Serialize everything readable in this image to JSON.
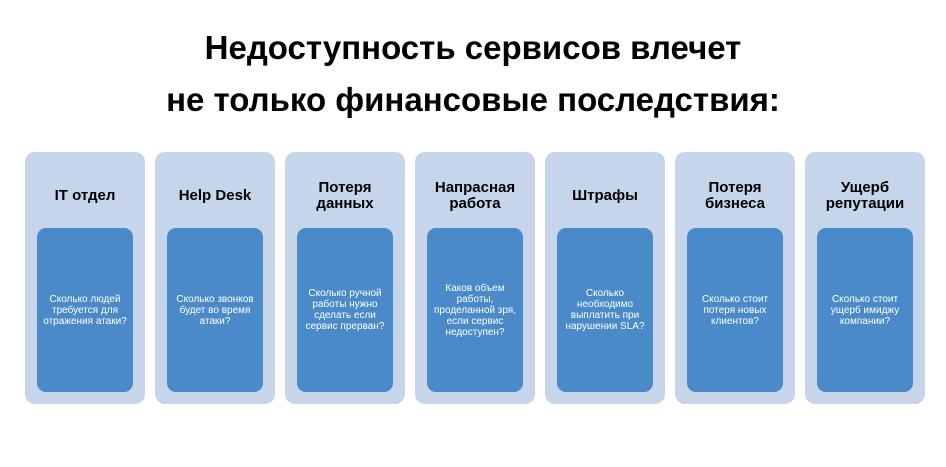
{
  "title": {
    "line1": "Недоступность сервисов влечет",
    "line2": "не только финансовые последствия:"
  },
  "cards": [
    {
      "title": "IT отдел",
      "text": "Сколько людей требуется для отражения атаки?"
    },
    {
      "title": "Help Desk",
      "text": "Сколько звонков будет во время атаки?"
    },
    {
      "title": "Потеря данных",
      "text": "Сколько ручной работы нужно сделать если сервис прерван?"
    },
    {
      "title": "Напрасная работа",
      "text": "Каков объем работы, проделанной зря, если сервис недоступен?"
    },
    {
      "title": "Штрафы",
      "text": "Сколько необходимо выплатить при нарушении SLA?"
    },
    {
      "title": "Потеря бизнеса",
      "text": "Сколько стоит потеря новых клиентов?"
    },
    {
      "title": "Ущерб репутации",
      "text": "Сколько стоит ущерб имиджу компании?"
    }
  ],
  "colors": {
    "card_background": "#c6d5e9",
    "panel_background": "#4a8ac9",
    "panel_text": "#ffffff"
  }
}
